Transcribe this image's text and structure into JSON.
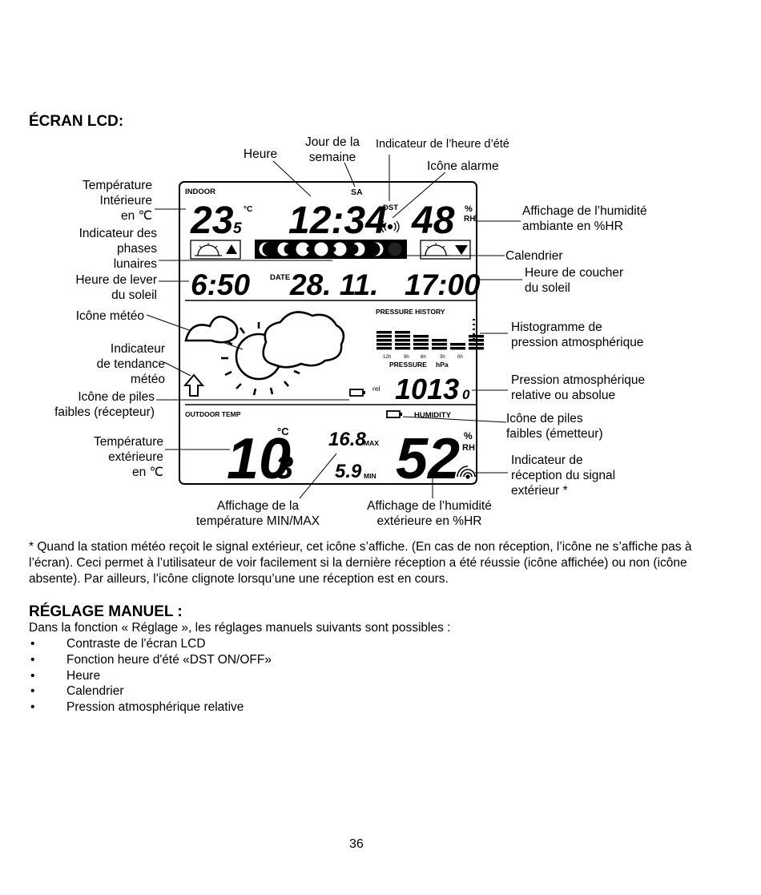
{
  "headings": {
    "lcd": "ÉCRAN LCD:",
    "manual": "RÉGLAGE  MANUEL :"
  },
  "labels": {
    "heure": "Heure",
    "jour": "Jour de la\nsemaine",
    "dst": "Indicateur de l’heure d’été",
    "alarme": "Icône alarme",
    "temp_int": "Température\nIntérieure\nen ℃",
    "humid_amb": "Affichage de l’humidité\nambiante en %HR",
    "lune": "Indicateur des\nphases\nlunaires",
    "calendrier": "Calendrier",
    "lever": "Heure de lever\ndu soleil",
    "coucher": "Heure de coucher\ndu soleil",
    "meteo": "Icône météo",
    "histo": "Histogramme de\npression atmosphérique",
    "tendance": "Indicateur\nde tendance\nmétéo",
    "pression": "Pression atmosphérique\nrelative ou absolue",
    "piles_rec": "Icône de piles\nfaibles (récepteur)",
    "piles_em": "Icône de piles\nfaibles (émetteur)",
    "temp_ext": "Température\nextérieure\nen ℃",
    "signal": "Indicateur de\nréception du signal\nextérieur *",
    "minmax": "Affichage de la\ntempérature MIN/MAX",
    "humid_ext": "Affichage de l’humidité\nextérieure en %HR"
  },
  "lcd": {
    "indoor": "INDOOR",
    "day": "SA",
    "temp_in_main": "23",
    "temp_in_dec": "5",
    "time": "12:34",
    "dst": "DST",
    "hum_in": "48",
    "pct": "%",
    "rh": "RH",
    "sunrise": "6:50",
    "date_label": "DATE",
    "date": "28. 11.",
    "sunset": "17:00",
    "pressure_history": "PRESSURE HISTORY",
    "hist_hours": [
      "12h",
      "9h",
      "6h",
      "3h",
      "0h"
    ],
    "pressure_label": "PRESSURE",
    "hpa": "hPa",
    "rel": "rel",
    "pressure_main": "1013",
    "pressure_dec": "0",
    "outdoor_temp": "OUTDOOR TEMP",
    "humidity": "HUMIDITY",
    "temp_out_main": "10",
    "temp_out_dec": "3",
    "deg_c": "°C",
    "max_val": "16.8",
    "max_label": "MAX",
    "min_val": "5.9",
    "min_label": "MIN",
    "hum_out": "52"
  },
  "note": "* Quand la station météo reçoit le signal extérieur, cet icône s’affiche. (En cas de non réception, l’icône ne s’affiche pas à l’écran). Ceci permet à l’utilisateur de voir facilement si la dernière réception a été réussie (icône affichée) ou non (icône absente). Par ailleurs, l’icône clignote lorsqu’une une réception est en cours.",
  "manual_intro": "Dans la fonction « Réglage », les réglages manuels suivants sont possibles :",
  "manual_items": [
    "Contraste de l'écran LCD",
    "Fonction heure d'été «DST ON/OFF»",
    "Heure",
    "Calendrier",
    "Pression atmosphérique relative"
  ],
  "page_number": "36"
}
